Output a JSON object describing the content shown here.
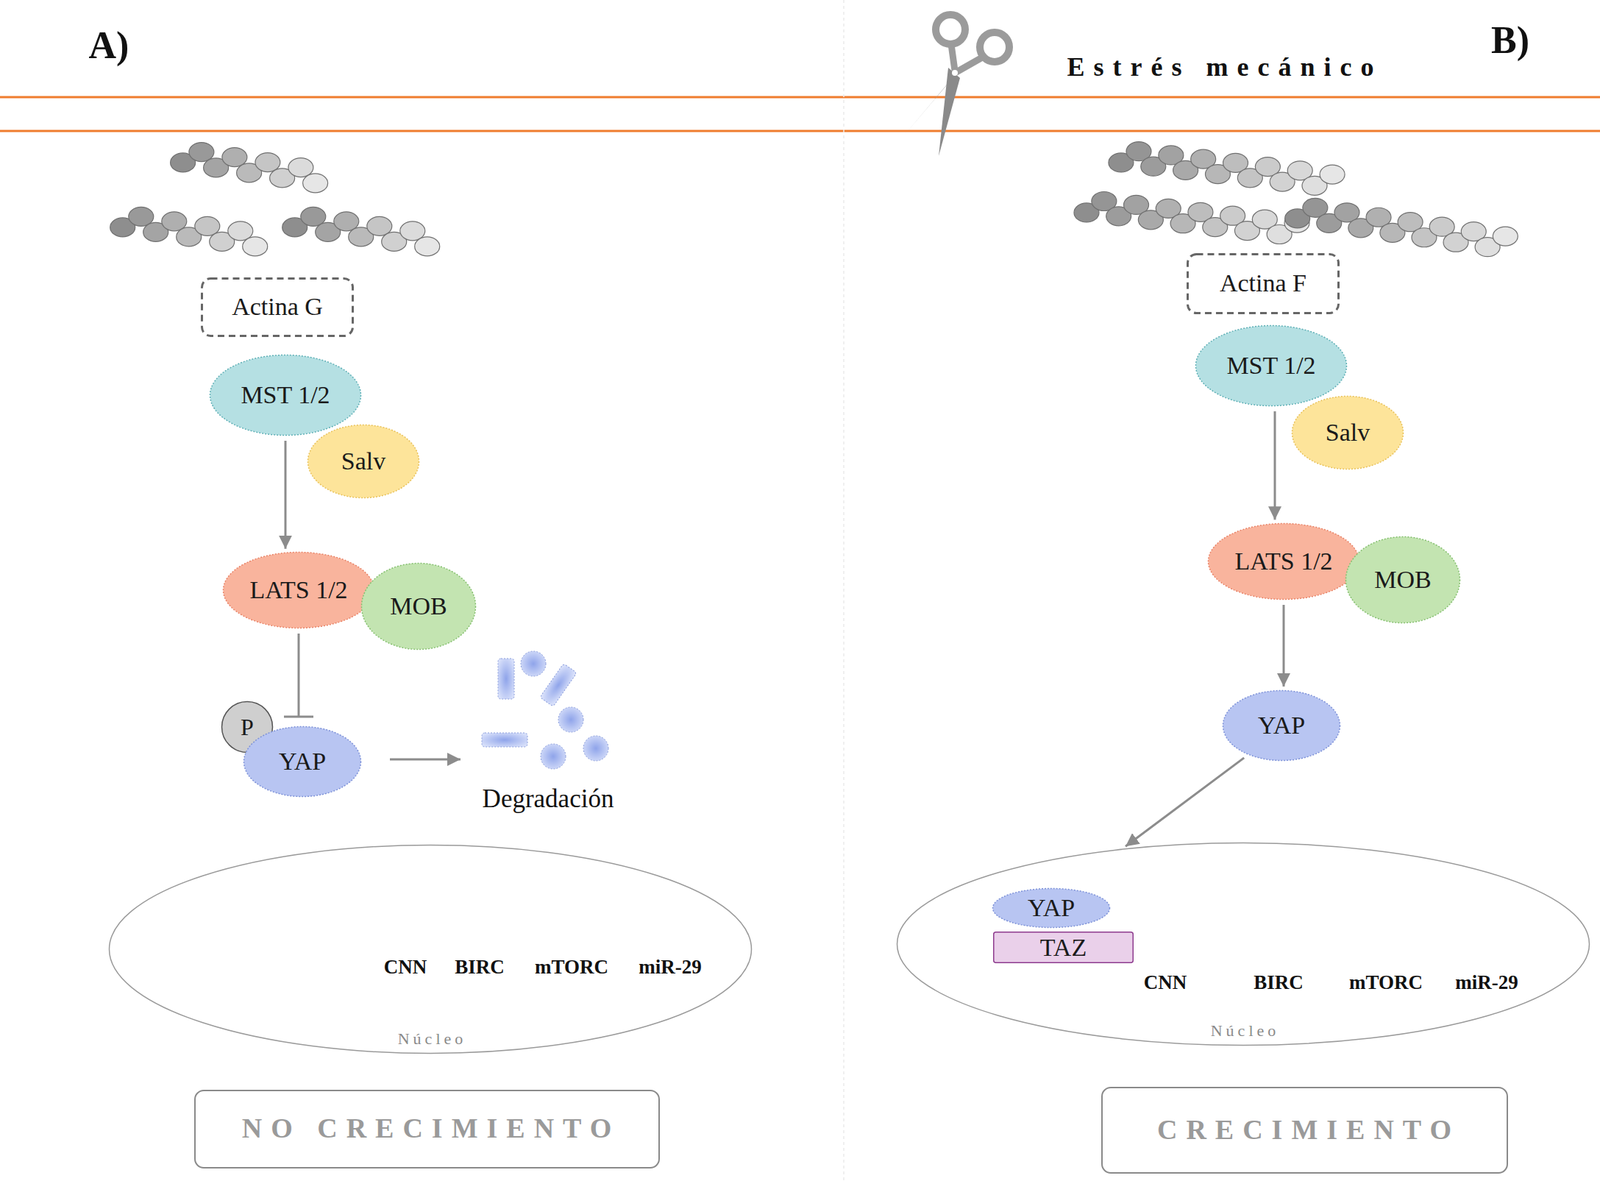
{
  "diagram": {
    "nodes": [
      {
        "text": [
          "Actina G"
        ]
      },
      {
        "text": [
          "MST 1/2"
        ]
      },
      {
        "text": [
          "Salv"
        ]
      },
      {
        "text": [
          "LATS 1/2"
        ]
      },
      {
        "text": [
          "MOB"
        ]
      },
      {
        "text": [
          "P"
        ]
      },
      {
        "text": [
          "YAP"
        ]
      },
      {
        "text": [
          "Núcleo"
        ]
      },
      {
        "text": [
          "NO CRECIMIENTO"
        ]
      },
      {
        "text": [
          "Actina F"
        ]
      },
      {
        "text": [
          "MST 1/2"
        ]
      },
      {
        "text": [
          "Salv"
        ]
      },
      {
        "text": [
          "LATS 1/2"
        ]
      },
      {
        "text": [
          "MOB"
        ]
      },
      {
        "text": [
          "YAP"
        ]
      },
      {
        "text": [
          "Núcleo"
        ]
      },
      {
        "text": [
          "YAP"
        ],
        "in": 15
      },
      {
        "text": [
          "TAZ"
        ],
        "in": 15
      },
      {
        "text": [
          "CRECIMIENTO"
        ]
      }
    ],
    "edges": [
      {
        "from": 1,
        "to": 3,
        "arrow": "to"
      },
      {
        "from": 3,
        "to": 6,
        "arrow": "to"
      },
      {
        "from": 10,
        "to": 12,
        "arrow": "to"
      },
      {
        "from": 12,
        "to": 14,
        "arrow": "to"
      },
      {
        "from": 14,
        "to": 15,
        "arrow": "to"
      }
    ],
    "labels": [
      "A)",
      "Estrés mecánico",
      "B)",
      "Degradación",
      "CNN",
      "BIRC",
      "mTORC",
      "miR-29",
      "CNN",
      "BIRC",
      "mTORC",
      "miR-29"
    ]
  }
}
